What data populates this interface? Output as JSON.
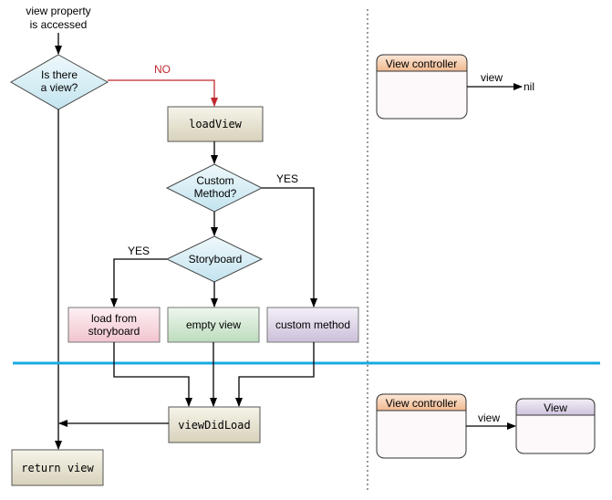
{
  "flow": {
    "start_text": [
      "view property",
      "is accessed"
    ],
    "decision_has_view": [
      "Is there",
      "a view?"
    ],
    "no_label": "NO",
    "load_view": "loadView",
    "decision_custom": [
      "Custom",
      "Method?"
    ],
    "yes_custom": "YES",
    "decision_storyboard": "Storyboard",
    "yes_storyboard": "YES",
    "box_storyboard": [
      "load from",
      "storyboard"
    ],
    "box_empty": "empty view",
    "box_custom": "custom method",
    "view_did_load": "viewDidLoad",
    "return_view": "return view"
  },
  "side_top": {
    "vc_title": "View controller",
    "edge_label": "view",
    "target": "nil"
  },
  "side_bottom": {
    "vc_title": "View controller",
    "edge_label": "view",
    "view_title": "View"
  },
  "colors": {
    "divider": "#1aa9e2",
    "no_path": "#c0272d",
    "diamond": "#d6eef6",
    "method_box": "#e6e1d0",
    "storyboard_box": "#f6d4db",
    "empty_box": "#cfe6cf",
    "custom_box": "#dcd3e6",
    "vc_header": "#f5cba8",
    "view_header": "#ddd3e6"
  }
}
